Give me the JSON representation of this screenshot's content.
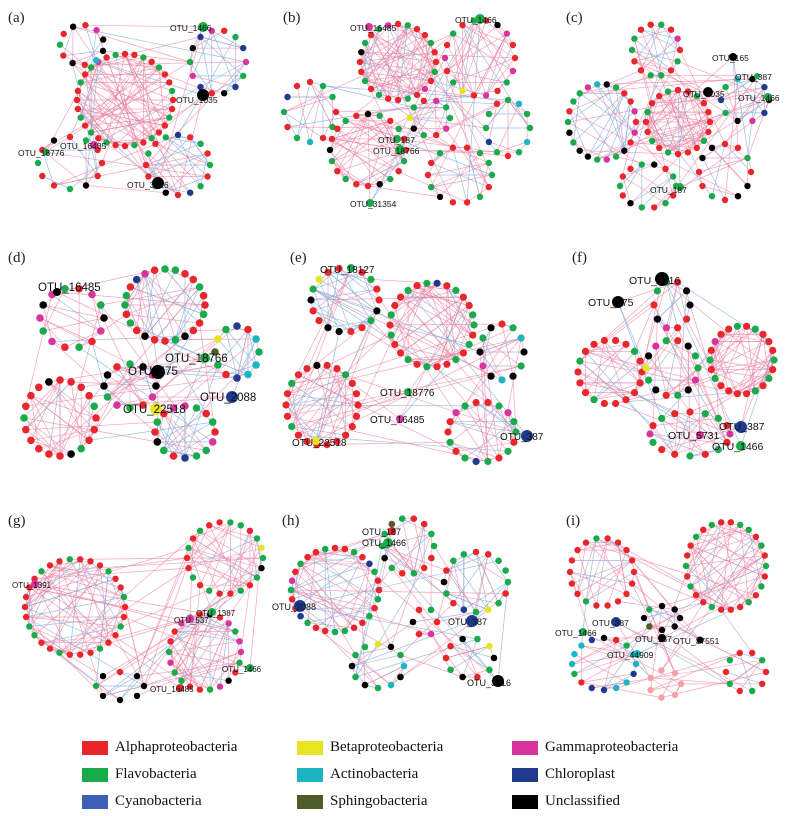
{
  "figure": {
    "panels": [
      {
        "label": "(a)",
        "otus": [
          {
            "label": "OTU_1466",
            "color": "#19aa4c"
          },
          {
            "label": "OTU_1035",
            "color": "#000000"
          },
          {
            "label": "OTU_16485",
            "color": "#d8359c"
          },
          {
            "label": "OTU_18776",
            "color": "#19aa4c"
          },
          {
            "label": "OTU_3316",
            "color": "#000000"
          }
        ]
      },
      {
        "label": "(b)",
        "otus": [
          {
            "label": "OTU_16485",
            "color": "#d8359c"
          },
          {
            "label": "OTU_1466",
            "color": "#19aa4c"
          },
          {
            "label": "OTU_187",
            "color": "#19aa4c"
          },
          {
            "label": "OTU_18766",
            "color": "#19aa4c"
          },
          {
            "label": "OTU_31354",
            "color": "#19aa4c"
          }
        ]
      },
      {
        "label": "(c)",
        "otus": [
          {
            "label": "OTU_165",
            "color": "#000000"
          },
          {
            "label": "OTU_387",
            "color": "#19aa4c"
          },
          {
            "label": "OTU_1035",
            "color": "#000000"
          },
          {
            "label": "OTU_1466",
            "color": "#19aa4c"
          },
          {
            "label": "OTU_187",
            "color": "#19aa4c"
          }
        ]
      },
      {
        "label": "(d)",
        "otus": [
          {
            "label": "OTU_16485",
            "color": "#000000"
          },
          {
            "label": "OTU_18766",
            "color": "#19aa4c"
          },
          {
            "label": "OTU_575",
            "color": "#000000"
          },
          {
            "label": "OTU_2088",
            "color": "#1f3a8e"
          },
          {
            "label": "OTU_22518",
            "color": "#e6e51f"
          }
        ]
      },
      {
        "label": "(e)",
        "otus": [
          {
            "label": "OTU_18127",
            "color": "#19aa4c"
          },
          {
            "label": "OTU_18776",
            "color": "#19aa4c"
          },
          {
            "label": "OTU_16485",
            "color": "#d8359c"
          },
          {
            "label": "OTU_22518",
            "color": "#e6e51f"
          },
          {
            "label": "OTU_387",
            "color": "#1f3a8e"
          }
        ]
      },
      {
        "label": "(f)",
        "otus": [
          {
            "label": "OTU_3316",
            "color": "#000000"
          },
          {
            "label": "OTU_575",
            "color": "#000000"
          },
          {
            "label": "OTU_387",
            "color": "#1f3a8e"
          },
          {
            "label": "OTU_5731",
            "color": "#d8359c"
          },
          {
            "label": "OTU_1466",
            "color": "#19aa4c"
          }
        ]
      },
      {
        "label": "(g)",
        "otus": [
          {
            "label": "OTU_1391",
            "color": "#d8359c"
          },
          {
            "label": "OTU_1387",
            "color": "#19aa4c"
          },
          {
            "label": "OTU_537",
            "color": "#d8359c"
          },
          {
            "label": "OTU_1466",
            "color": "#19aa4c"
          },
          {
            "label": "OTU_16485",
            "color": "#e8262b"
          }
        ]
      },
      {
        "label": "(h)",
        "otus": [
          {
            "label": "OTU_187",
            "color": "#e8262b"
          },
          {
            "label": "OTU_1466",
            "color": "#19aa4c"
          },
          {
            "label": "OTU_2088",
            "color": "#1f3a8e"
          },
          {
            "label": "OTU_387",
            "color": "#1f3a8e"
          },
          {
            "label": "OTU_3316",
            "color": "#000000"
          }
        ]
      },
      {
        "label": "(i)",
        "otus": [
          {
            "label": "OTU_387",
            "color": "#1f3a8e"
          },
          {
            "label": "OTU_1466",
            "color": "#19aa4c"
          },
          {
            "label": "OTU_187",
            "color": "#000000"
          },
          {
            "label": "OTU_37551",
            "color": "#000000"
          },
          {
            "label": "OTU_44909",
            "color": "#1cb4c2"
          }
        ]
      }
    ],
    "legend": [
      {
        "label": "Alphaproteobacteria",
        "color": "#e8262b"
      },
      {
        "label": "Betaproteobacteria",
        "color": "#e6e51f"
      },
      {
        "label": "Gammaproteobacteria",
        "color": "#d8359c"
      },
      {
        "label": "Flavobacteria",
        "color": "#19aa4c"
      },
      {
        "label": "Actinobacteria",
        "color": "#1cb4c2"
      },
      {
        "label": "Chloroplast",
        "color": "#1f3a8e"
      },
      {
        "label": "Cyanobacteria",
        "color": "#3d5fb6"
      },
      {
        "label": "Sphingobacteria",
        "color": "#4c5c2b"
      },
      {
        "label": "Unclassified",
        "color": "#000000"
      }
    ]
  }
}
